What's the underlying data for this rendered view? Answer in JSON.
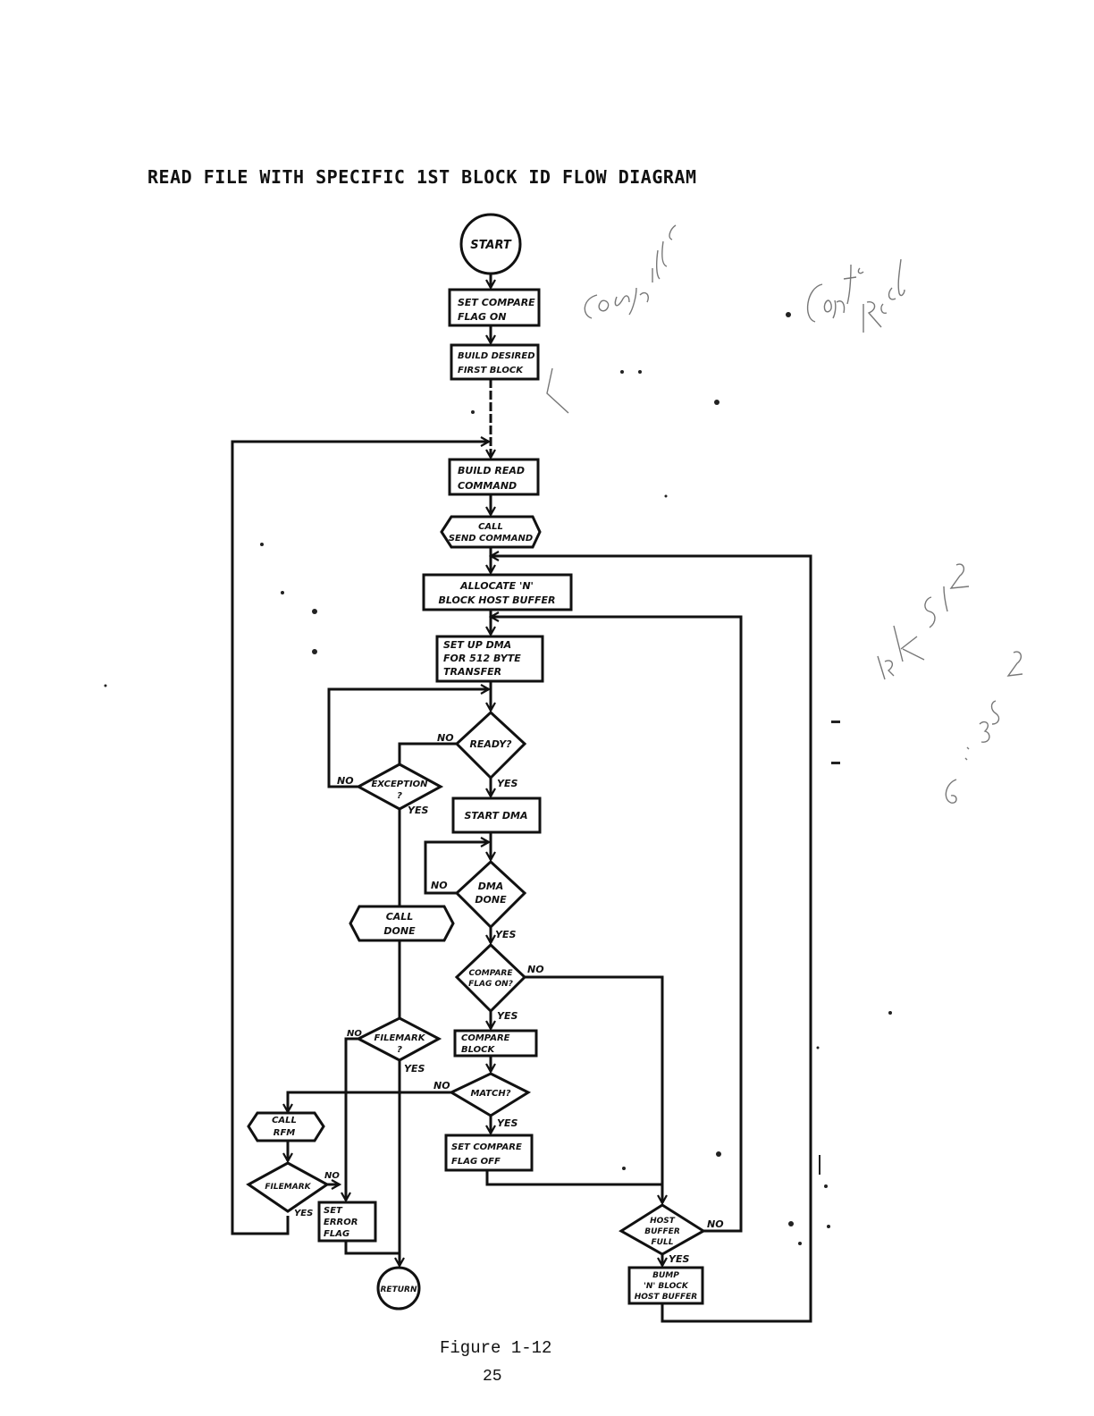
{
  "title": "READ FILE WITH SPECIFIC 1ST BLOCK ID FLOW DIAGRAM",
  "figure_caption": "Figure 1-12",
  "page_number": "25",
  "nodes": {
    "start": "START",
    "set_compare_flag_on": [
      "SET COMPARE",
      "FLAG ON"
    ],
    "build_desired_first_block": [
      "BUILD DESIRED",
      "FIRST BLOCK"
    ],
    "build_read_command": [
      "BUILD READ",
      "COMMAND"
    ],
    "call_send_command": [
      "CALL",
      "SEND COMMAND"
    ],
    "allocate_host_buffer": [
      "ALLOCATE 'N'",
      "BLOCK HOST BUFFER"
    ],
    "set_up_dma": [
      "SET UP DMA",
      "FOR 512 BYTE",
      "TRANSFER"
    ],
    "ready": "READY?",
    "exception": [
      "EXCEPTION",
      "?"
    ],
    "start_dma": "START DMA",
    "dma_done": [
      "DMA",
      "DONE"
    ],
    "call_done": [
      "CALL",
      "DONE"
    ],
    "compare_flag_on": [
      "COMPARE",
      "FLAG ON?"
    ],
    "compare_block": [
      "COMPARE",
      "BLOCK"
    ],
    "filemark_1": [
      "FILEMARK",
      "?"
    ],
    "match": "MATCH?",
    "call_rfm": [
      "CALL",
      "RFM"
    ],
    "set_compare_flag_off": [
      "SET COMPARE",
      "FLAG OFF"
    ],
    "filemark_2": "FILEMARK",
    "set_error_flag": [
      "SET",
      "ERROR",
      "FLAG"
    ],
    "return": "RETURN",
    "host_buffer_full": [
      "HOST",
      "BUFFER",
      "FULL"
    ],
    "bump_host_buffer": [
      "BUMP",
      "'N' BLOCK",
      "HOST BUFFER"
    ]
  },
  "labels": {
    "yes": "YES",
    "no": "NO"
  },
  "handwriting": {
    "note_1": "compare",
    "note_2": "Can't read",
    "note_3": "blk 512",
    "note_4": "6 : 35 2"
  }
}
